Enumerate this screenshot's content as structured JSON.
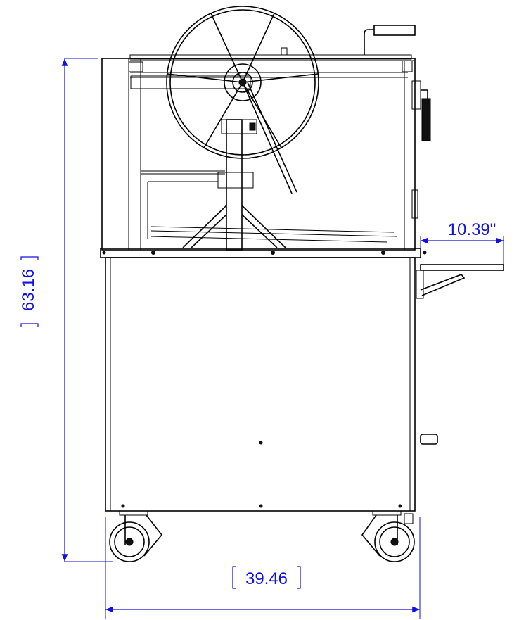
{
  "diagram": {
    "dimensions": {
      "height": "63.16",
      "width": "39.46",
      "side_shelf": "10.39\""
    },
    "colors": {
      "dimension": "#1010e0",
      "line": "#000000",
      "background": "#ffffff"
    }
  }
}
